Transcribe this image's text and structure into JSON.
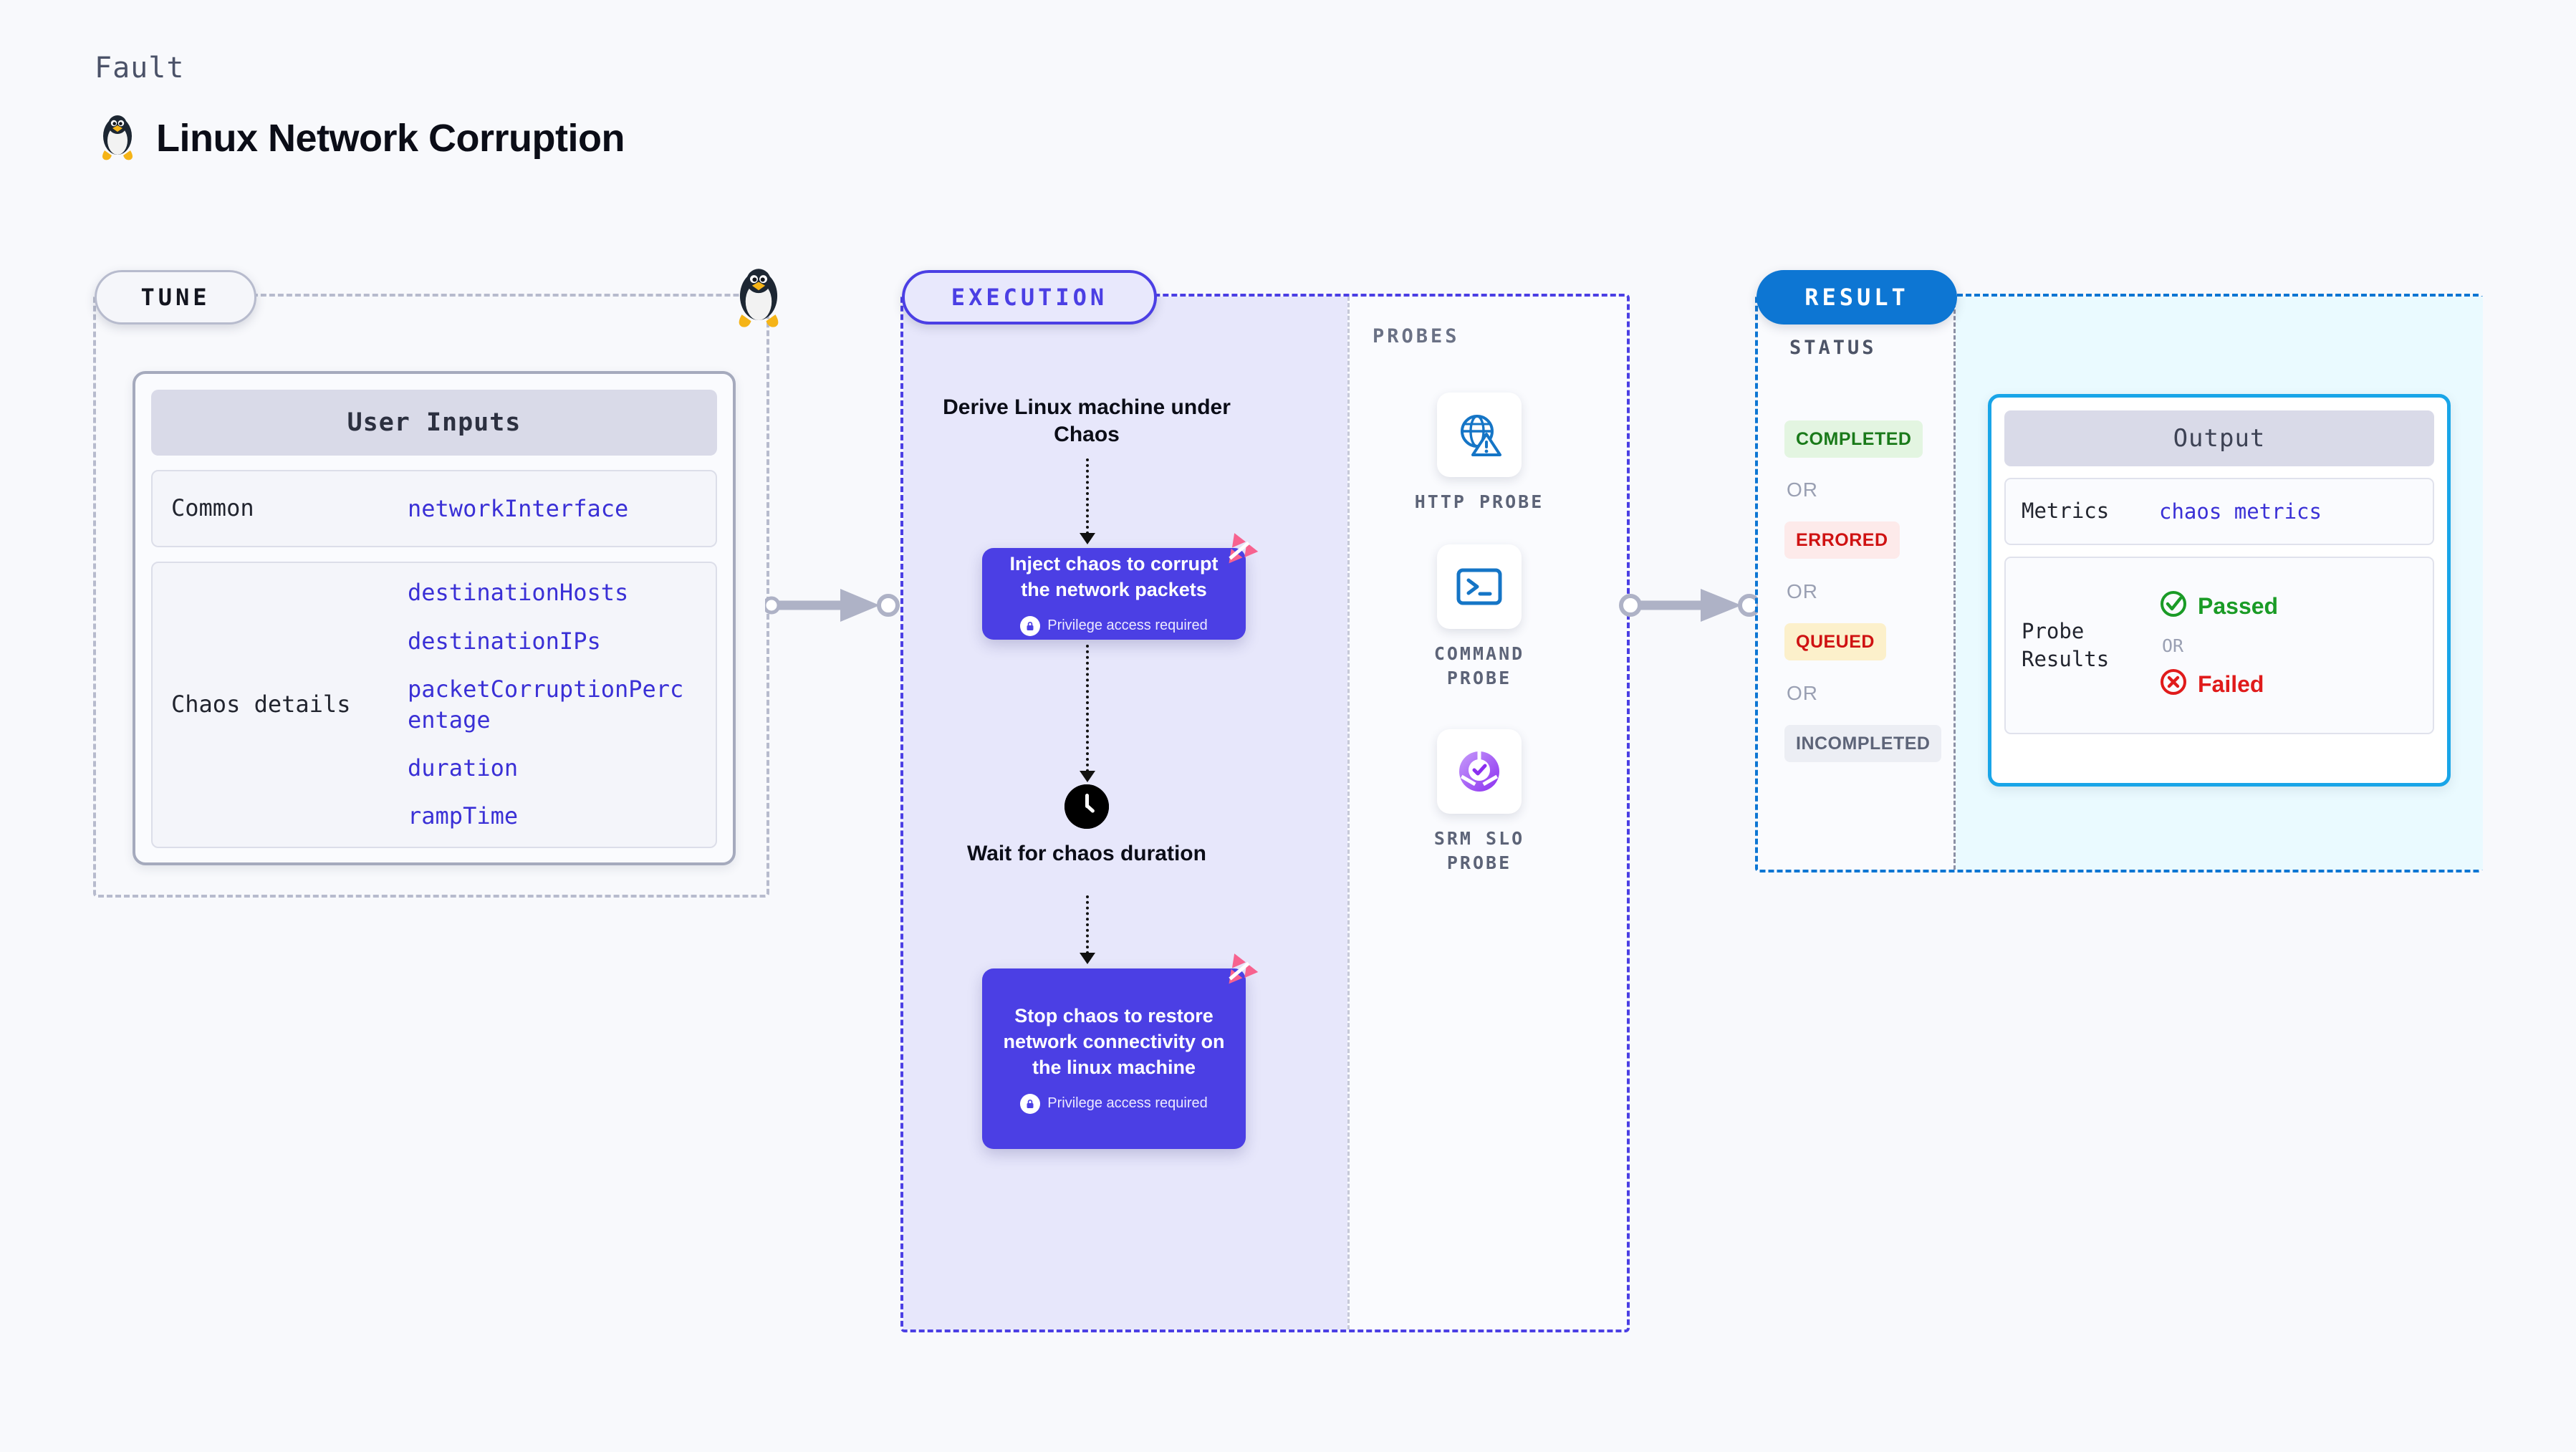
{
  "header": {
    "kicker": "Fault",
    "title": "Linux Network Corruption",
    "icon": "linux-tux-icon"
  },
  "tune": {
    "pill_label": "TUNE",
    "icon": "linux-tux-icon",
    "card": {
      "header": "User Inputs",
      "rows": [
        {
          "label": "Common",
          "values": [
            "networkInterface"
          ]
        },
        {
          "label": "Chaos details",
          "values": [
            "destinationHosts",
            "destinationIPs",
            "packetCorruptionPercentage",
            "duration",
            "rampTime"
          ]
        }
      ]
    }
  },
  "execution": {
    "pill_label": "EXECUTION",
    "steps": [
      {
        "type": "label",
        "text": "Derive Linux machine under Chaos"
      },
      {
        "type": "card",
        "title": "Inject chaos to corrupt the network packets",
        "privilege": "Privilege access required",
        "badge": "harness-ribbon-icon"
      },
      {
        "type": "label",
        "icon": "clock-icon",
        "text": "Wait for chaos duration"
      },
      {
        "type": "card",
        "title": "Stop chaos to restore network connectivity on the linux machine",
        "privilege": "Privilege access required",
        "badge": "harness-ribbon-icon"
      }
    ]
  },
  "probes": {
    "label": "PROBES",
    "items": [
      {
        "icon": "http-globe-warning-icon",
        "label": "HTTP PROBE"
      },
      {
        "icon": "command-terminal-icon",
        "label": "COMMAND PROBE"
      },
      {
        "icon": "srm-slo-donut-icon",
        "label": "SRM SLO PROBE"
      }
    ]
  },
  "result": {
    "pill_label": "RESULT",
    "status_label": "STATUS",
    "or_label": "OR",
    "statuses": [
      {
        "label": "COMPLETED",
        "bg": "#e3f5e1",
        "fg": "#1a7a1a"
      },
      {
        "label": "ERRORED",
        "bg": "#fdeaea",
        "fg": "#cf1212"
      },
      {
        "label": "QUEUED",
        "bg": "#fcf0cb",
        "fg": "#cf1212"
      },
      {
        "label": "INCOMPLETED",
        "bg": "#eceef4",
        "fg": "#5d6478"
      }
    ],
    "output": {
      "header": "Output",
      "metrics_label": "Metrics",
      "metrics_value": "chaos metrics",
      "probe_results_label": "Probe Results",
      "passed": "Passed",
      "failed": "Failed",
      "or_label": "OR"
    }
  },
  "colors": {
    "indigo": "#4b3fe4",
    "blue": "#0d76d3",
    "cyan": "#19a5e8",
    "pink": "#f7628f",
    "gray": "#b7bbcd",
    "green": "#1a9b26",
    "red": "#e01b1b"
  }
}
